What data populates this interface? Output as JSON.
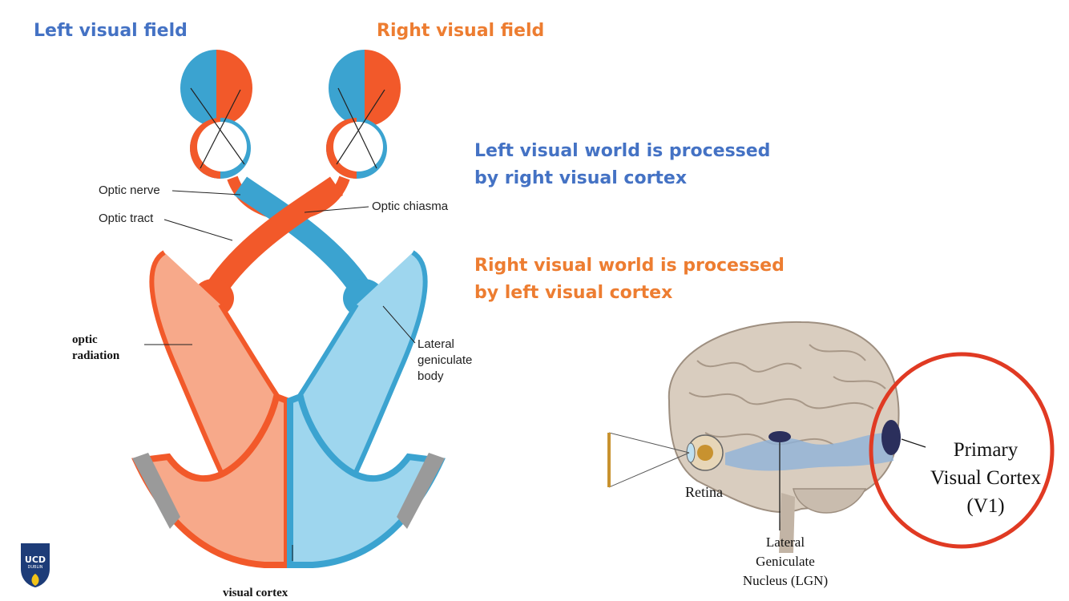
{
  "headers": {
    "left_field": "Left visual field",
    "right_field": "Right visual field"
  },
  "notes": {
    "left_line1": "Left visual world is processed",
    "left_line2": "by right visual cortex",
    "right_line1": "Right visual world is processed",
    "right_line2": "by left visual cortex"
  },
  "pathway_labels": {
    "optic_nerve": "Optic nerve",
    "optic_tract": "Optic tract",
    "optic_chiasma": "Optic chiasma",
    "optic_radiation_1": "optic",
    "optic_radiation_2": "radiation",
    "lgb_1": "Lateral",
    "lgb_2": "geniculate",
    "lgb_3": "body",
    "visual_cortex": "visual cortex"
  },
  "brain_labels": {
    "retina": "Retina",
    "lgn_1": "Lateral",
    "lgn_2": "Geniculate",
    "lgn_3": "Nucleus (LGN)",
    "v1_1": "Primary",
    "v1_2": "Visual Cortex",
    "v1_3": "(V1)"
  },
  "logo": {
    "text": "UCD",
    "sub": "DUBLIN"
  },
  "colors": {
    "blue_text": "#4472C4",
    "orange_text": "#ED7D31",
    "pathway_blue": "#3BA3D0",
    "pathway_orange": "#F2592A",
    "v1_circle": "#E03A23"
  }
}
